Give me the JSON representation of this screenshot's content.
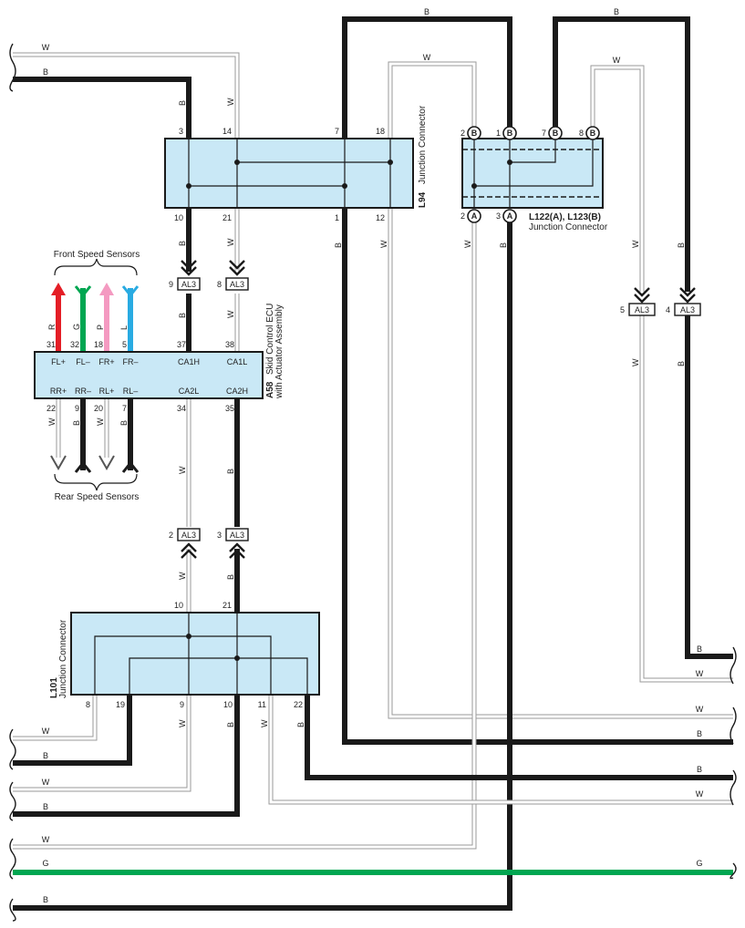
{
  "wire_colors": {
    "B": "#1a1a1a",
    "W": "#ffffff",
    "R": "#e41e26",
    "G": "#00a651",
    "P": "#f49ac1",
    "L": "#29abe2"
  },
  "wire_labels": {
    "B": "B",
    "W": "W",
    "G": "G",
    "R": "R",
    "P": "P",
    "L": "L"
  },
  "components": {
    "l94": {
      "code": "L94",
      "name": "Junction Connector",
      "pins_top": [
        "3",
        "14",
        "7",
        "18"
      ],
      "pins_bottom": [
        "10",
        "21",
        "1",
        "12"
      ]
    },
    "l122": {
      "code": "L122(A), L123(B)",
      "name": "Junction Connector",
      "pins_top": [
        "2",
        "1",
        "7",
        "8"
      ],
      "pins_top_marks": [
        "B",
        "B",
        "B",
        "B"
      ],
      "pins_bottom": [
        "2",
        "3"
      ],
      "pins_bottom_marks": [
        "A",
        "A"
      ]
    },
    "a58": {
      "code": "A58",
      "name": "Skid Control ECU",
      "name2": "with Actuator Assembly",
      "top_pins": [
        "31",
        "32",
        "18",
        "5",
        "37",
        "38"
      ],
      "top_terms": [
        "FL+",
        "FL–",
        "FR+",
        "FR–",
        "CA1H",
        "CA1L"
      ],
      "bottom_terms": [
        "RR+",
        "RR–",
        "RL+",
        "RL–",
        "CA2L",
        "CA2H"
      ],
      "bottom_pins": [
        "22",
        "9",
        "20",
        "7",
        "34",
        "35"
      ]
    },
    "l101": {
      "code": "L101",
      "name": "Junction Connector",
      "pins_top": [
        "10",
        "21"
      ],
      "pins_bottom": [
        "8",
        "19",
        "9",
        "10",
        "11",
        "22"
      ]
    }
  },
  "connectors": [
    {
      "code": "AL3",
      "pin": "9"
    },
    {
      "code": "AL3",
      "pin": "8"
    },
    {
      "code": "AL3",
      "pin": "5"
    },
    {
      "code": "AL3",
      "pin": "4"
    },
    {
      "code": "AL3",
      "pin": "2"
    },
    {
      "code": "AL3",
      "pin": "3"
    }
  ],
  "sensors": {
    "front": "Front Speed Sensors",
    "rear": "Rear Speed Sensors"
  }
}
